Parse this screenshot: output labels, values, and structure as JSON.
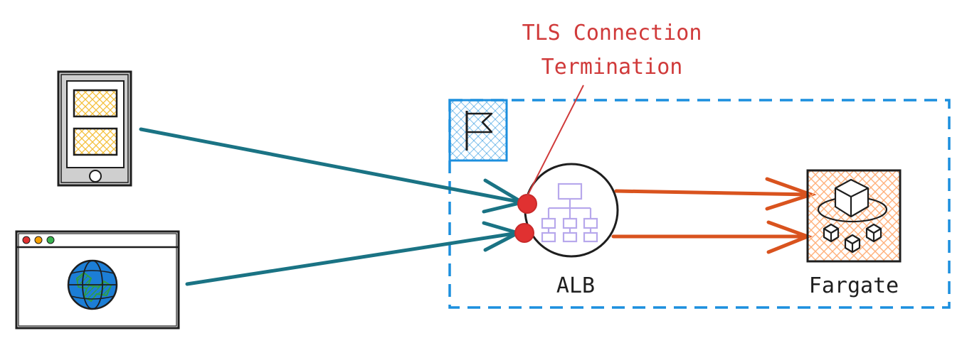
{
  "annotation": {
    "line1": "TLS Connection",
    "line2": "Termination"
  },
  "nodes": {
    "alb_label": "ALB",
    "fargate_label": "Fargate"
  },
  "icons": {
    "tablet": "tablet-device-icon",
    "browser": "browser-window-icon",
    "globe": "globe-icon",
    "flag": "region-flag-icon",
    "load_balancer": "load-balancer-icon",
    "fargate": "fargate-cubes-icon"
  },
  "colors": {
    "client_arrow": "#1a7384",
    "target_arrow": "#d9531e",
    "annotation": "#d03a3a",
    "tls_point": "#e03131",
    "boundary": "#1c8fde",
    "alb_icon": "#b7a8ec",
    "fargate_fill": "#ffb07a",
    "tablet_screen": "#f4bf3a"
  }
}
